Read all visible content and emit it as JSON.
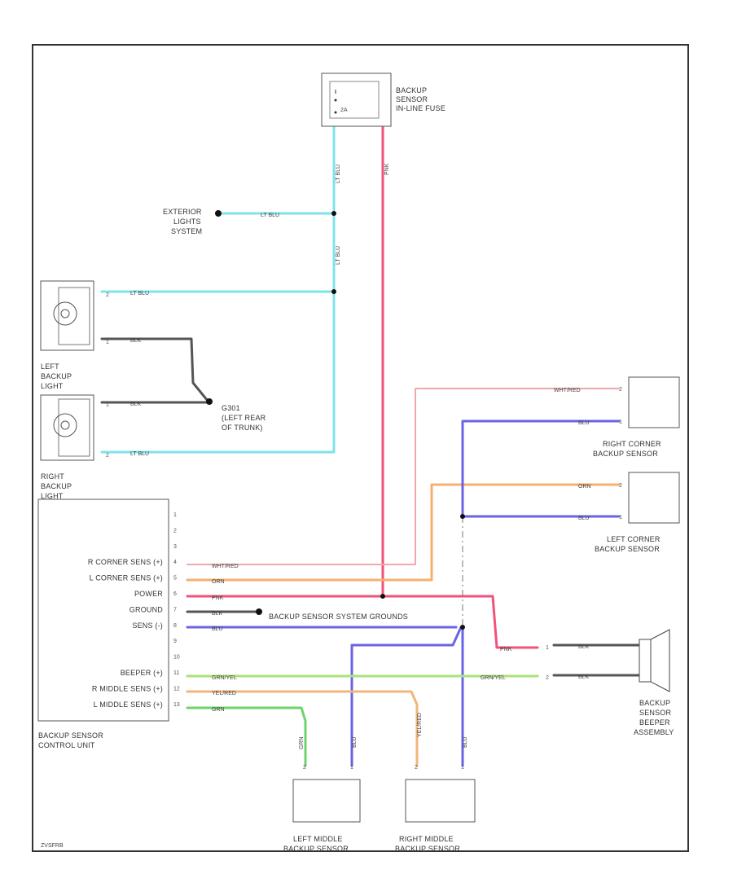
{
  "diagram_code": "ZVSFRB",
  "colors": {
    "lt_blu": "#7fe3ea",
    "pnk": "#f0527a",
    "blu": "#6a63e6",
    "orn": "#f5b070",
    "wht_red": "#f0a8ae",
    "grn_yel": "#a9e27a",
    "yel_red": "#f1b67c",
    "grn": "#6dd46d",
    "blk": "#555555"
  },
  "components": {
    "fuse": {
      "line1": "BACKUP",
      "line2": "SENSOR",
      "line3": "IN-LINE FUSE",
      "rating": "2A"
    },
    "exterior_lights": {
      "line1": "EXTERIOR",
      "line2": "LIGHTS",
      "line3": "SYSTEM"
    },
    "left_backup_light": {
      "line1": "LEFT",
      "line2": "BACKUP",
      "line3": "LIGHT"
    },
    "right_backup_light": {
      "line1": "RIGHT",
      "line2": "BACKUP",
      "line3": "LIGHT"
    },
    "ground_g301": {
      "line1": "G301",
      "line2": "(LEFT REAR",
      "line3": "OF TRUNK)"
    },
    "right_corner_sensor": {
      "line1": "RIGHT CORNER",
      "line2": "BACKUP SENSOR"
    },
    "left_corner_sensor": {
      "line1": "LEFT CORNER",
      "line2": "BACKUP SENSOR"
    },
    "beeper": {
      "line1": "BACKUP",
      "line2": "SENSOR",
      "line3": "BEEPER",
      "line4": "ASSEMBLY"
    },
    "left_middle_sensor": {
      "line1": "LEFT MIDDLE",
      "line2": "BACKUP SENSOR"
    },
    "right_middle_sensor": {
      "line1": "RIGHT MIDDLE",
      "line2": "BACKUP SENSOR"
    },
    "control_unit": {
      "line1": "BACKUP SENSOR",
      "line2": "CONTROL UNIT",
      "terminals": [
        {
          "pin": "1",
          "label": ""
        },
        {
          "pin": "2",
          "label": ""
        },
        {
          "pin": "3",
          "label": ""
        },
        {
          "pin": "4",
          "label": "R CORNER SENS (+)"
        },
        {
          "pin": "5",
          "label": "L CORNER SENS (+)"
        },
        {
          "pin": "6",
          "label": "POWER"
        },
        {
          "pin": "7",
          "label": "GROUND"
        },
        {
          "pin": "8",
          "label": "SENS (-)"
        },
        {
          "pin": "9",
          "label": ""
        },
        {
          "pin": "10",
          "label": ""
        },
        {
          "pin": "11",
          "label": "BEEPER (+)"
        },
        {
          "pin": "12",
          "label": "R MIDDLE SENS (+)"
        },
        {
          "pin": "13",
          "label": "L MIDDLE SENS (+)"
        }
      ]
    },
    "system_grounds": "BACKUP SENSOR SYSTEM GROUNDS"
  },
  "wire_labels": {
    "lt_blu": "LT BLU",
    "pnk": "PNK",
    "blk": "BLK",
    "blu": "BLU",
    "orn": "ORN",
    "wht_red": "WHT/RED",
    "grn_yel": "GRN/YEL",
    "yel_red": "YEL/RED",
    "grn": "GRN"
  },
  "pins": {
    "one": "1",
    "two": "2"
  }
}
